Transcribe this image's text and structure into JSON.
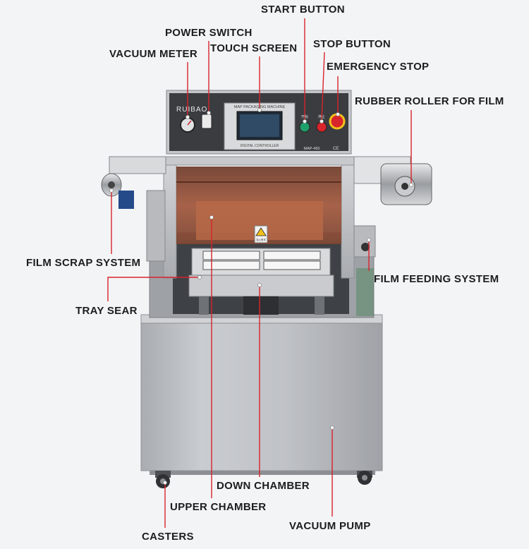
{
  "labels": {
    "start_button": "START BUTTON",
    "power_switch": "POWER SWITCH",
    "touch_screen": "TOUCH SCREEN",
    "vacuum_meter": "VACUUM METER",
    "stop_button": "STOP BUTTON",
    "emergency_stop": "EMERGENCY STOP",
    "rubber_roller": "RUBBER ROLLER FOR FILM",
    "film_scrap": "FILM SCRAP SYSTEM",
    "film_feeding": "FILM FEEDING SYSTEM",
    "tray_sear": "TRAY SEAR",
    "down_chamber": "DOWN CHAMBER",
    "upper_chamber": "UPPER CHAMBER",
    "casters": "CASTERS",
    "vacuum_pump": "VACUUM PUMP"
  },
  "machine": {
    "brand": "RUIBAO",
    "screen_title": "MAP PACKAGING MACHINE",
    "screen_subtitle": "DIGITAL CONTROLLER",
    "model": "MAP-450",
    "ce_mark": "CE",
    "start_btn_caption": "开始",
    "stop_btn_caption": "停止",
    "warning_caption": "当心夹手"
  },
  "colors": {
    "label_text": "#1d1d1d",
    "leader_line": "#d8242b",
    "steel": "#b9bcc0",
    "window_tint": "#8a4a32"
  }
}
